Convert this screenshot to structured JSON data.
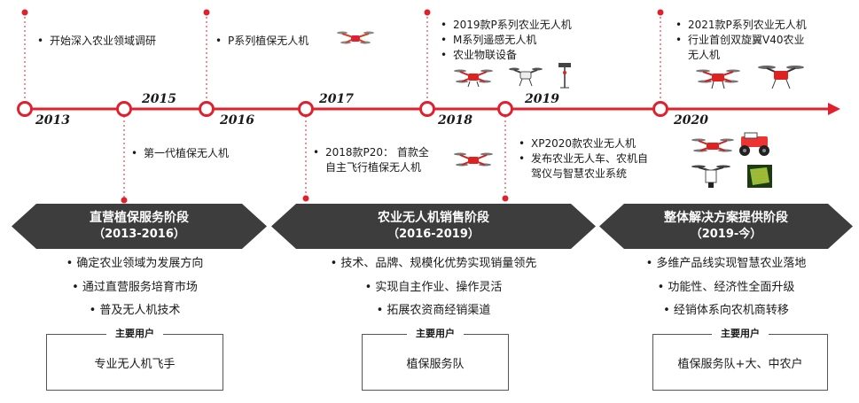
{
  "years": [
    "2013",
    "2015",
    "2016",
    "2017",
    "2018",
    "2019",
    "2020"
  ],
  "events": {
    "2013": [
      "开始深入农业领域调研"
    ],
    "2016": [
      "P系列植保无人机"
    ],
    "2015": [
      "第一代植保无人机"
    ],
    "2017": [
      "2018款P20： 首款全",
      "自主飞行植保无人机"
    ],
    "2018": [
      "2019款P系列农业无人机",
      "M系列遥感无人机",
      "农业物联设备"
    ],
    "2019": [
      "XP2020款农业无人机",
      "发布农业无人车、农机自",
      "驾仪与智慧农业系统"
    ],
    "2020": [
      "2021款P系列农业无人机",
      "行业首创双旋翼V40农业",
      "无人机"
    ]
  },
  "phases": [
    {
      "title": "直营植保服务阶段",
      "period": "（2013-2016）",
      "bullets": [
        "确定农业领域为发展方向",
        "通过直营服务培育市场",
        "普及无人机技术"
      ],
      "users_label": "主要用户",
      "users": "专业无人机飞手"
    },
    {
      "title": "农业无人机销售阶段",
      "period": "（2016-2019）",
      "bullets": [
        "技术、品牌、规模化优势实现销量领先",
        "实现自主作业、操作灵活",
        "拓展农资商经销渠道"
      ],
      "users_label": "主要用户",
      "users": "植保服务队"
    },
    {
      "title": "整体解决方案提供阶段",
      "period": "（2019-今）",
      "bullets": [
        "多维产品线实现智慧农业落地",
        "功能性、经济性全面升级",
        "经销体系向农机商转移"
      ],
      "users_label": "主要用户",
      "users": "植保服务队+大、中农户"
    }
  ],
  "bullet_char": "•",
  "colors": {
    "accent": "#e0202d",
    "phase_bg": "#3d3d3d",
    "text": "#1a1a1a"
  },
  "icons": [
    "drone-icon",
    "quadcopter-icon",
    "sensor-station-icon",
    "ground-vehicle-icon",
    "field-map-icon"
  ]
}
